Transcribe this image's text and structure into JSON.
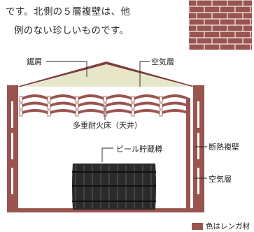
{
  "intro": {
    "line1": "です。北側の５層複壁は、他",
    "line2": "例のない珍しいものです。"
  },
  "labels": {
    "nokogiri": "鋸屑",
    "air_top": "空気層",
    "floor": "多重耐火床（天井）",
    "cellar": "ビール貯蔵樽",
    "insulation_wall": "断熱複壁",
    "air_side": "空気層"
  },
  "legend": {
    "text": "色はレンガ材",
    "color": "#9a5450"
  },
  "colors": {
    "brick": "#9a5450",
    "brick_dark": "#7d3f3b",
    "sawdust": "#e8e6c9",
    "barrel": "#2b2b2b",
    "line": "#222222"
  }
}
